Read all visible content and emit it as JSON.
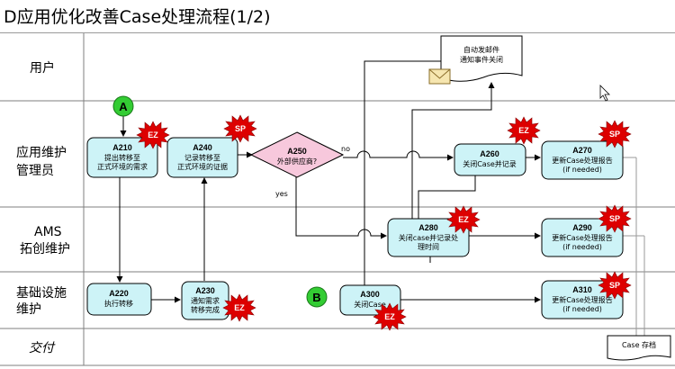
{
  "title": "D应用优化改善Case处理流程(1/2)",
  "lanes": {
    "user": "用户",
    "maintainer_l1": "应用维护",
    "maintainer_l2": "管理员",
    "ams_l1": "AMS",
    "ams_l2": "拓创维护",
    "infra_l1": "基础设施",
    "infra_l2": "维护",
    "deliverable": "交付"
  },
  "connectors": {
    "a": "A",
    "b": "B"
  },
  "badges": {
    "ez": "EZ",
    "sp": "SP"
  },
  "decision": {
    "id": "A250",
    "text": "外部供应商?",
    "no": "no",
    "yes": "yes"
  },
  "boxes": {
    "a210": {
      "id": "A210",
      "l1": "提出转移至",
      "l2": "正式环境的需求"
    },
    "a240": {
      "id": "A240",
      "l1": "记录转移至",
      "l2": "正式环境的证据"
    },
    "a260": {
      "id": "A260",
      "l1": "关闭Case并记录"
    },
    "a270": {
      "id": "A270",
      "l1": "更新Case处理报告",
      "l2": "(if needed)"
    },
    "a280": {
      "id": "A280",
      "l1": "关闭case并记录处",
      "l2": "理时间"
    },
    "a290": {
      "id": "A290",
      "l1": "更新Case处理报告",
      "l2": "(if needed)"
    },
    "a220": {
      "id": "A220",
      "l1": "执行转移"
    },
    "a230": {
      "id": "A230",
      "l1": "通知需求",
      "l2": "转移完成"
    },
    "a300": {
      "id": "A300",
      "l1": "关闭Case"
    },
    "a310": {
      "id": "A310",
      "l1": "更新Case处理报告",
      "l2": "(if needed)"
    }
  },
  "notification": {
    "l1": "自动发邮件",
    "l2": "通知事件关闭"
  },
  "archive": "Case 存档",
  "colors": {
    "box_fill": "#cdf3f7",
    "decision_fill": "#f7c8dc",
    "connector_fill": "#33cc33",
    "badge_fill": "#dd0000"
  }
}
